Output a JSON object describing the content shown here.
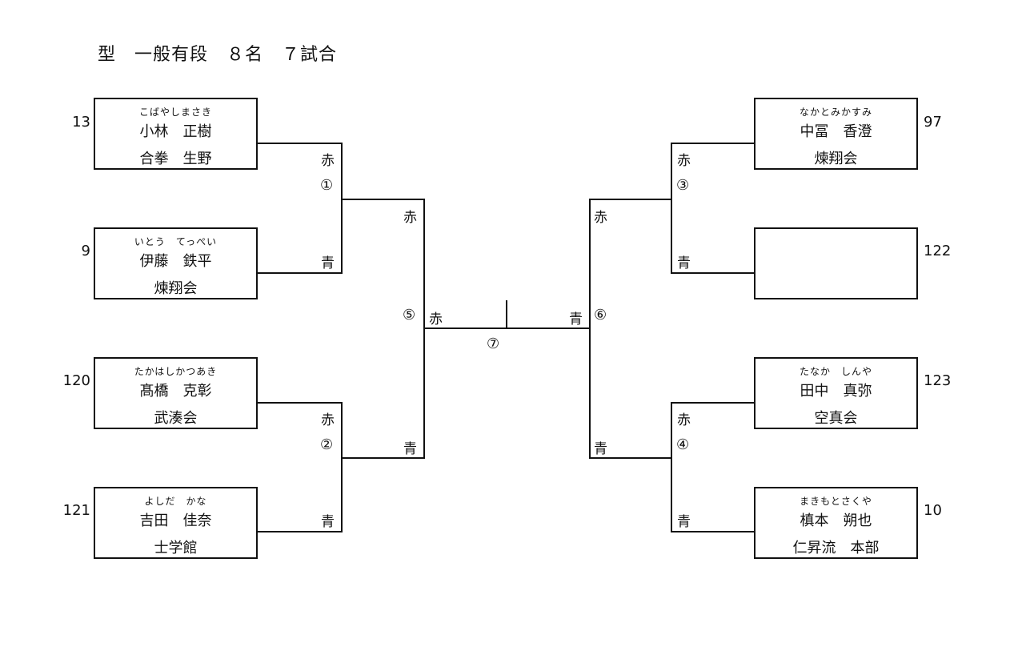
{
  "title": "型　一般有段　８名　７試合",
  "bracket": {
    "left": [
      {
        "seed": "13",
        "furigana": "こばやしまさき",
        "name": "小林　正樹",
        "club": "合拳　生野"
      },
      {
        "seed": "9",
        "furigana": "いとう　てっぺい",
        "name": "伊藤　鉄平",
        "club": "煉翔会"
      },
      {
        "seed": "120",
        "furigana": "たかはしかつあき",
        "name": "髙橋　克彰",
        "club": "武湊会"
      },
      {
        "seed": "121",
        "furigana": "よしだ　かな",
        "name": "吉田　佳奈",
        "club": "士学館"
      }
    ],
    "right": [
      {
        "seed": "97",
        "furigana": "なかとみかすみ",
        "name": "中冨　香澄",
        "club": "煉翔会"
      },
      {
        "seed": "122",
        "furigana": "",
        "name": "",
        "club": ""
      },
      {
        "seed": "123",
        "furigana": "たなか　しんや",
        "name": "田中　真弥",
        "club": "空真会"
      },
      {
        "seed": "10",
        "furigana": "まきもとさくや",
        "name": "槙本　朔也",
        "club": "仁昇流　本部"
      }
    ],
    "matches": {
      "m1": "①",
      "m2": "②",
      "m3": "③",
      "m4": "④",
      "m5": "⑤",
      "m6": "⑥",
      "m7": "⑦"
    },
    "labels": {
      "red": "赤",
      "blue": "青"
    }
  }
}
